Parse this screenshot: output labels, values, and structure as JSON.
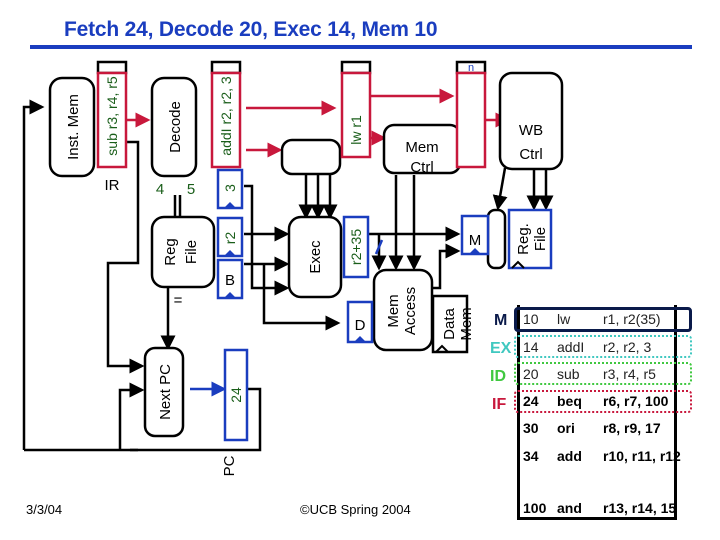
{
  "title": "Fetch 24, Decode 20, Exec 14, Mem 10",
  "colors": {
    "title_blue": "#1a3dbf",
    "pipe_reg_red": "#c8183c",
    "pipe_reg_blue": "#1a3dbf",
    "value_green": "#1a5e1a",
    "stage_M": "#0a1a4a",
    "stage_EX": "#40c8c0",
    "stage_ID": "#40c840",
    "stage_IF": "#c8183c"
  },
  "blocks": {
    "inst_mem": "Inst. Mem",
    "decode": "Decode",
    "reg_file": [
      "Reg",
      "File"
    ],
    "exec": "Exec",
    "mem_ctrl": [
      "Mem",
      "Ctrl"
    ],
    "wb_ctrl": [
      "WB",
      "Ctrl"
    ],
    "mem_access": [
      "Mem",
      "Access"
    ],
    "data_mem": [
      "Data",
      "Mem"
    ],
    "reg_file_wb": [
      "Reg.",
      "File"
    ],
    "next_pc": "Next PC"
  },
  "pipeline_regs": {
    "ir_value": "sub r3, r4, r5",
    "ir_label": "IR",
    "id_ex_value": "addI r2, r2, 3",
    "ex_mem_value": "lw r1",
    "mem_wb_top": "n",
    "imm_value": "3",
    "a_value": "r2",
    "b_label": "B",
    "alu_out_value": "r2+35",
    "d_label": "D",
    "m_label": "M",
    "pc_value": "24",
    "pc_label": "PC"
  },
  "wire_labels": {
    "rs": "4",
    "rt": "5",
    "equal": "="
  },
  "instructions": [
    {
      "addr": "10",
      "op": "lw",
      "args": "r1, r2(35)",
      "stage": "M"
    },
    {
      "addr": "14",
      "op": "addI",
      "args": "r2, r2, 3",
      "stage": "EX"
    },
    {
      "addr": "20",
      "op": "sub",
      "args": "r3, r4, r5",
      "stage": "ID"
    },
    {
      "addr": "24",
      "op": "beq",
      "args": "r6, r7, 100",
      "stage": "IF"
    },
    {
      "addr": "30",
      "op": "ori",
      "args": "r8, r9, 17",
      "stage": ""
    },
    {
      "addr": "34",
      "op": "add",
      "args": "r10, r11, r12",
      "stage": ""
    },
    {
      "addr": "100",
      "op": "and",
      "args": "r13, r14, 15",
      "stage": ""
    }
  ],
  "footer": {
    "date": "3/3/04",
    "copyright": "©UCB Spring 2004"
  }
}
